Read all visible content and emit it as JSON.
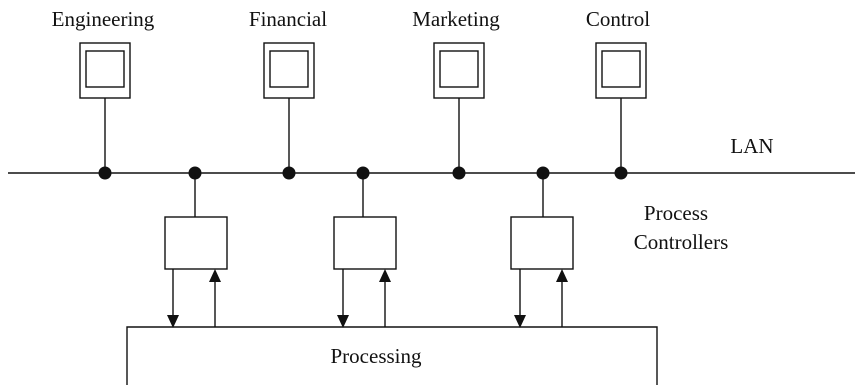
{
  "workstations": {
    "engineering": "Engineering",
    "financial": "Financial",
    "marketing": "Marketing",
    "control": "Control"
  },
  "network_label": "LAN",
  "controllers_label": {
    "line1": "Process",
    "line2": "Controllers"
  },
  "processing_label": "Processing"
}
